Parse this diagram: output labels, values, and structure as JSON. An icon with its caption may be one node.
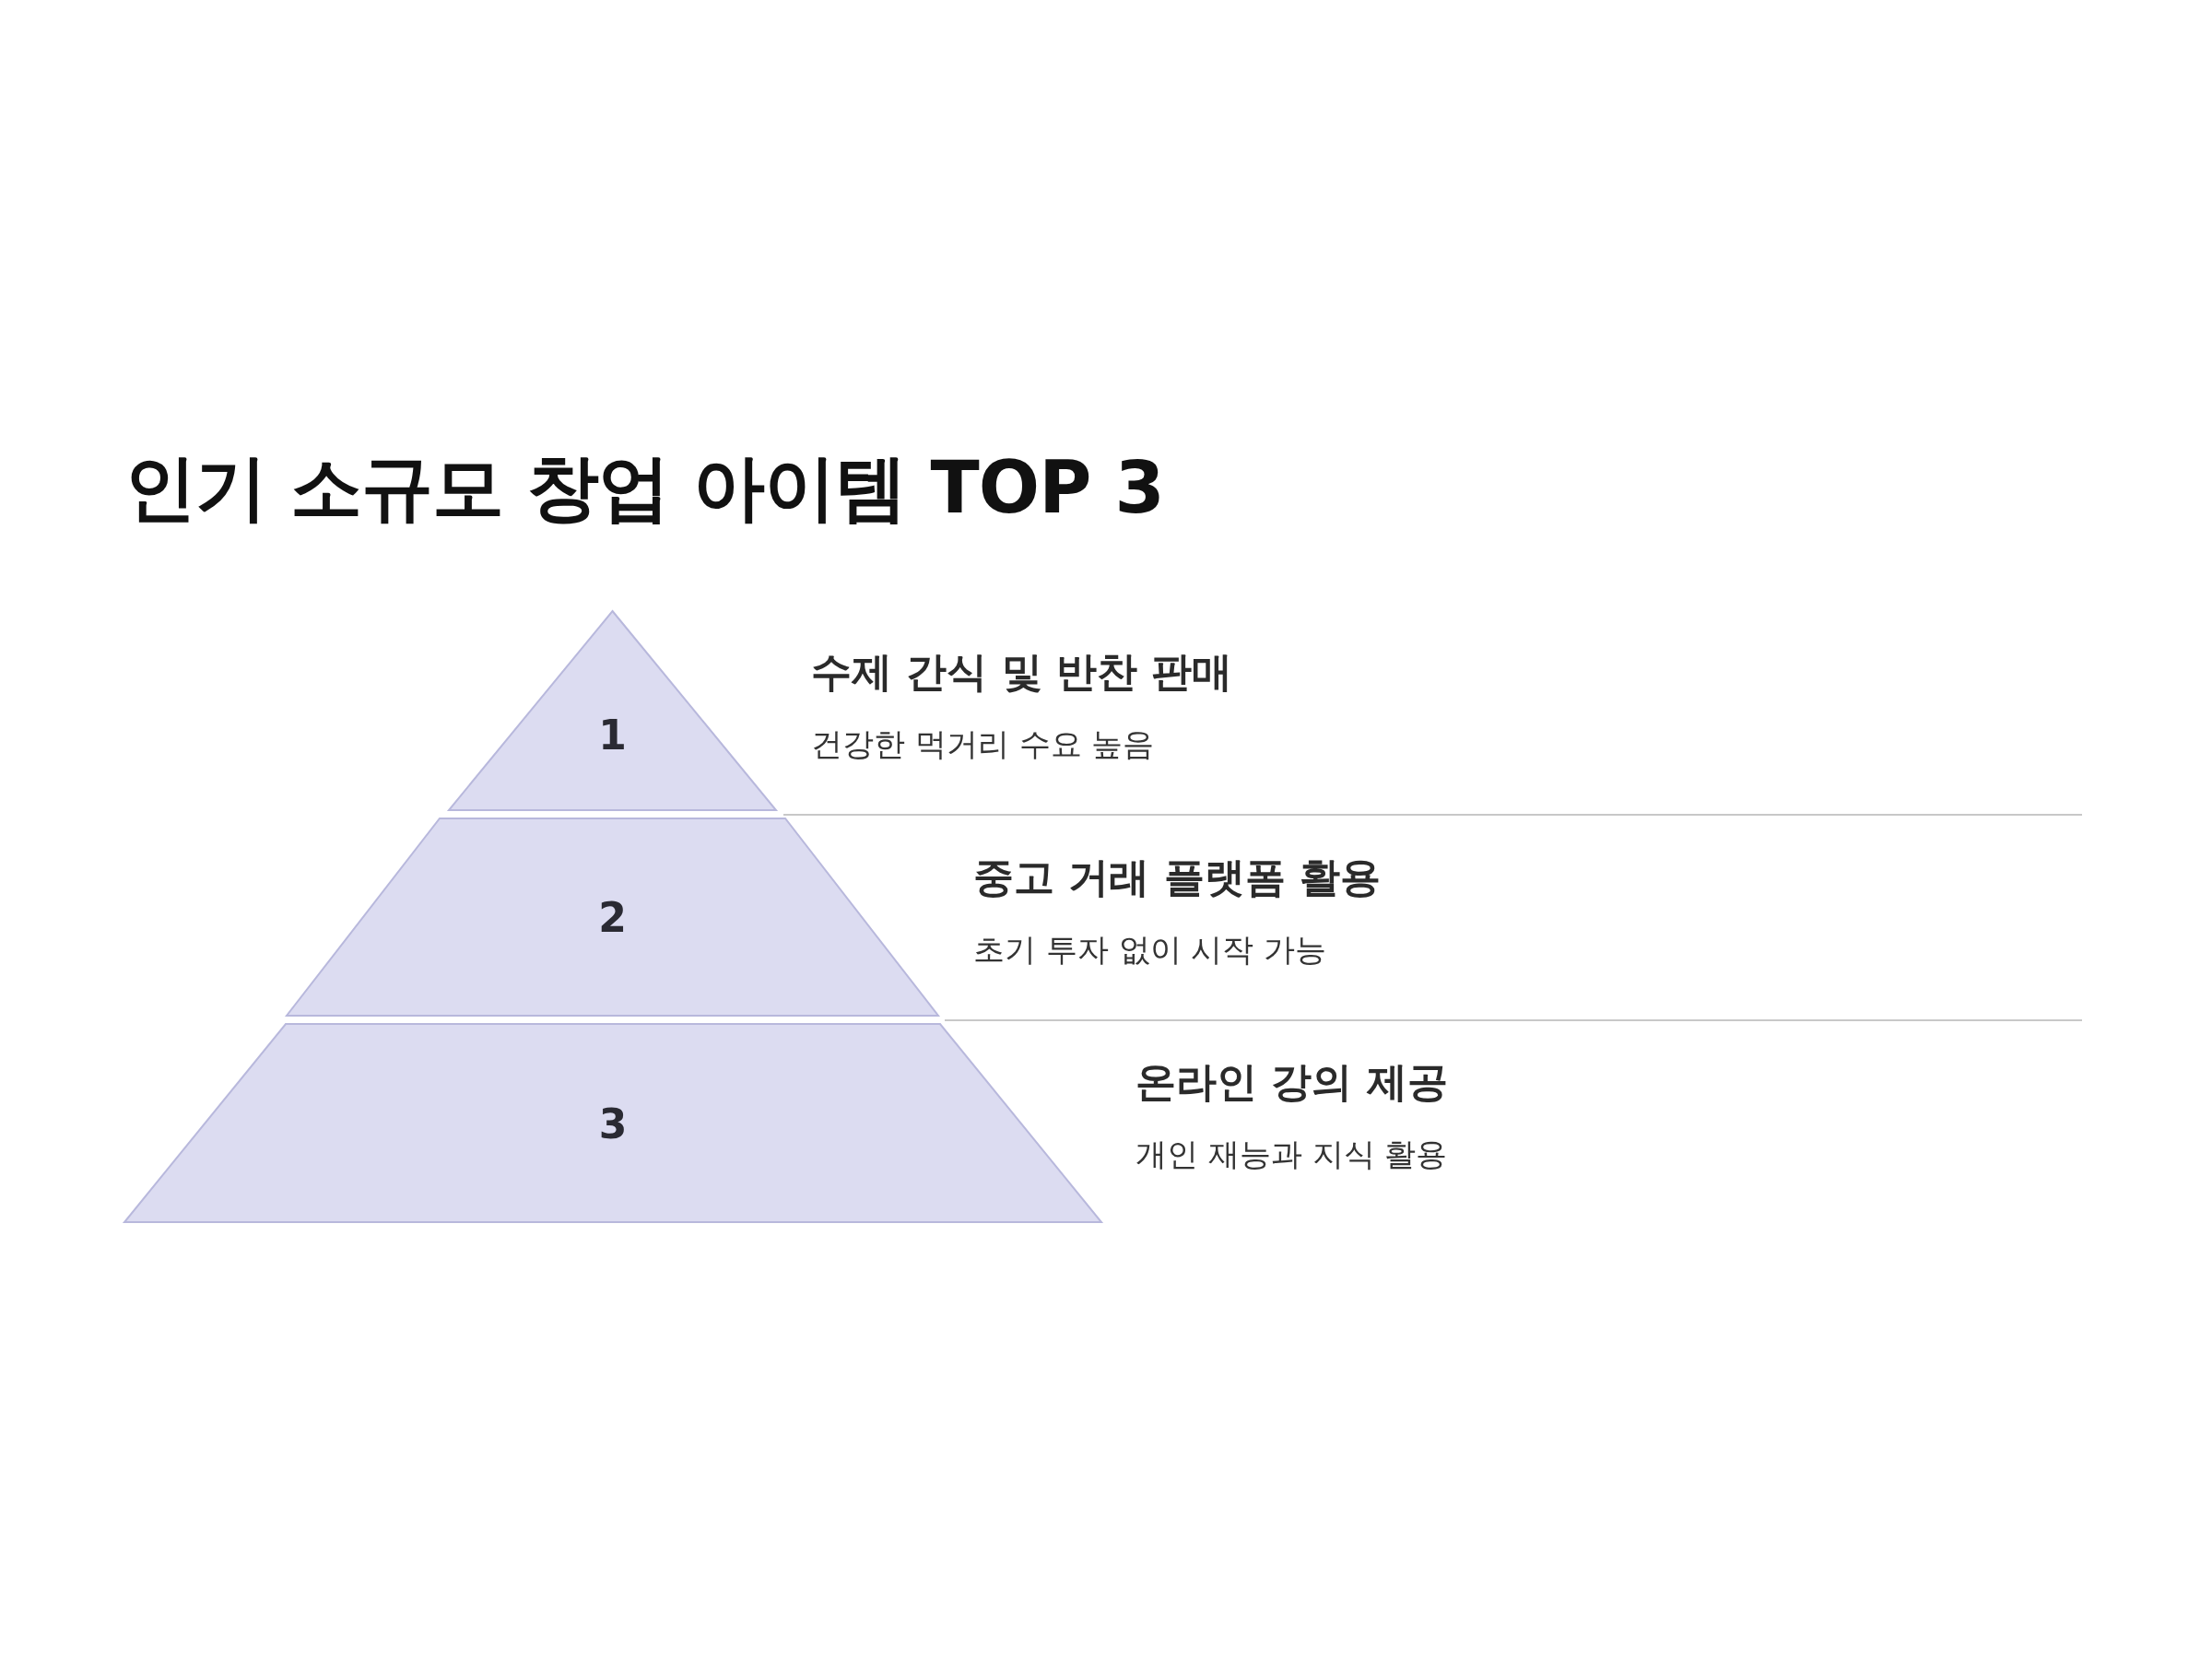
{
  "diagram": {
    "title": "인기 소규모 창업 아이템 TOP 3",
    "nodes": [
      {
        "text": [
          "1"
        ],
        "beside": [
          "수제 간식 및 반찬 판매",
          "건강한 먹거리 수요 높음"
        ]
      },
      {
        "text": [
          "2"
        ],
        "beside": [
          "중고 거래 플랫폼 활용",
          "초기 투자 없이 시작 가능"
        ]
      },
      {
        "text": [
          "3"
        ],
        "beside": [
          "온라인 강의 제공",
          "개인 재능과 지식 활용"
        ]
      }
    ]
  }
}
